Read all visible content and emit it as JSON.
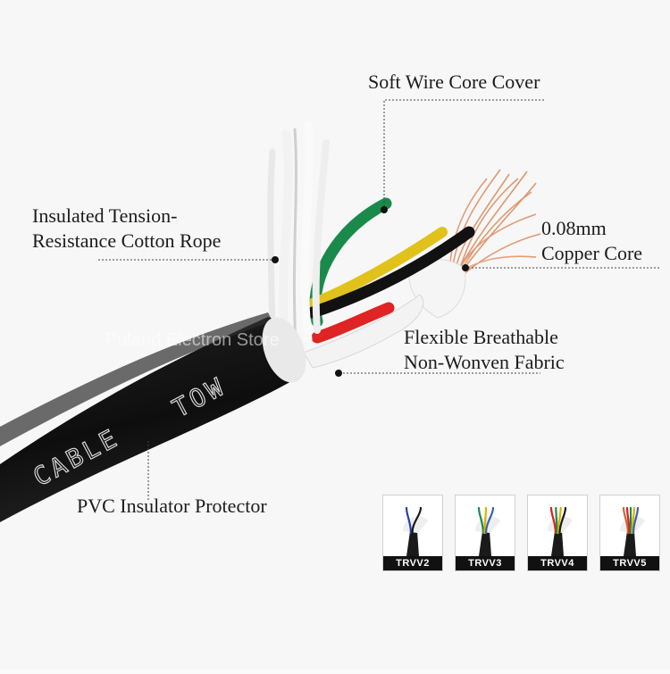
{
  "labels": {
    "soft_wire": "Soft Wire Core Cover",
    "cotton_rope_line1": "Insulated Tension-",
    "cotton_rope_line2": "Resistance Cotton Rope",
    "copper_line1": "0.08mm",
    "copper_line2": "Copper Core",
    "fabric_line1": "Flexible Breathable",
    "fabric_line2": "Non-Wonven Fabric",
    "pvc": "PVC Insulator Protector"
  },
  "watermark": "Puland Electron Store",
  "cable_print": {
    "word1": "CABLE",
    "word2": "TOW"
  },
  "thumbnails": [
    {
      "label": "TRVV2",
      "wires": [
        "#2a3fa0",
        "#1a1a1a"
      ]
    },
    {
      "label": "TRVV3",
      "wires": [
        "#1d8a4d",
        "#d8b400",
        "#3a5fb8"
      ]
    },
    {
      "label": "TRVV4",
      "wires": [
        "#d82020",
        "#1d8a4d",
        "#d8b400",
        "#1a1a1a"
      ]
    },
    {
      "label": "TRVV5",
      "wires": [
        "#c8683a",
        "#d82020",
        "#1d8a4d",
        "#d8b400",
        "#3a5fb8"
      ]
    }
  ],
  "colors": {
    "jacket": "#161616",
    "wire_green": "#1a8a4a",
    "wire_yellow": "#e0c21a",
    "wire_black": "#111111",
    "wire_red": "#e02424",
    "copper": "#d88a5c",
    "fabric": "#f4f4f4"
  }
}
